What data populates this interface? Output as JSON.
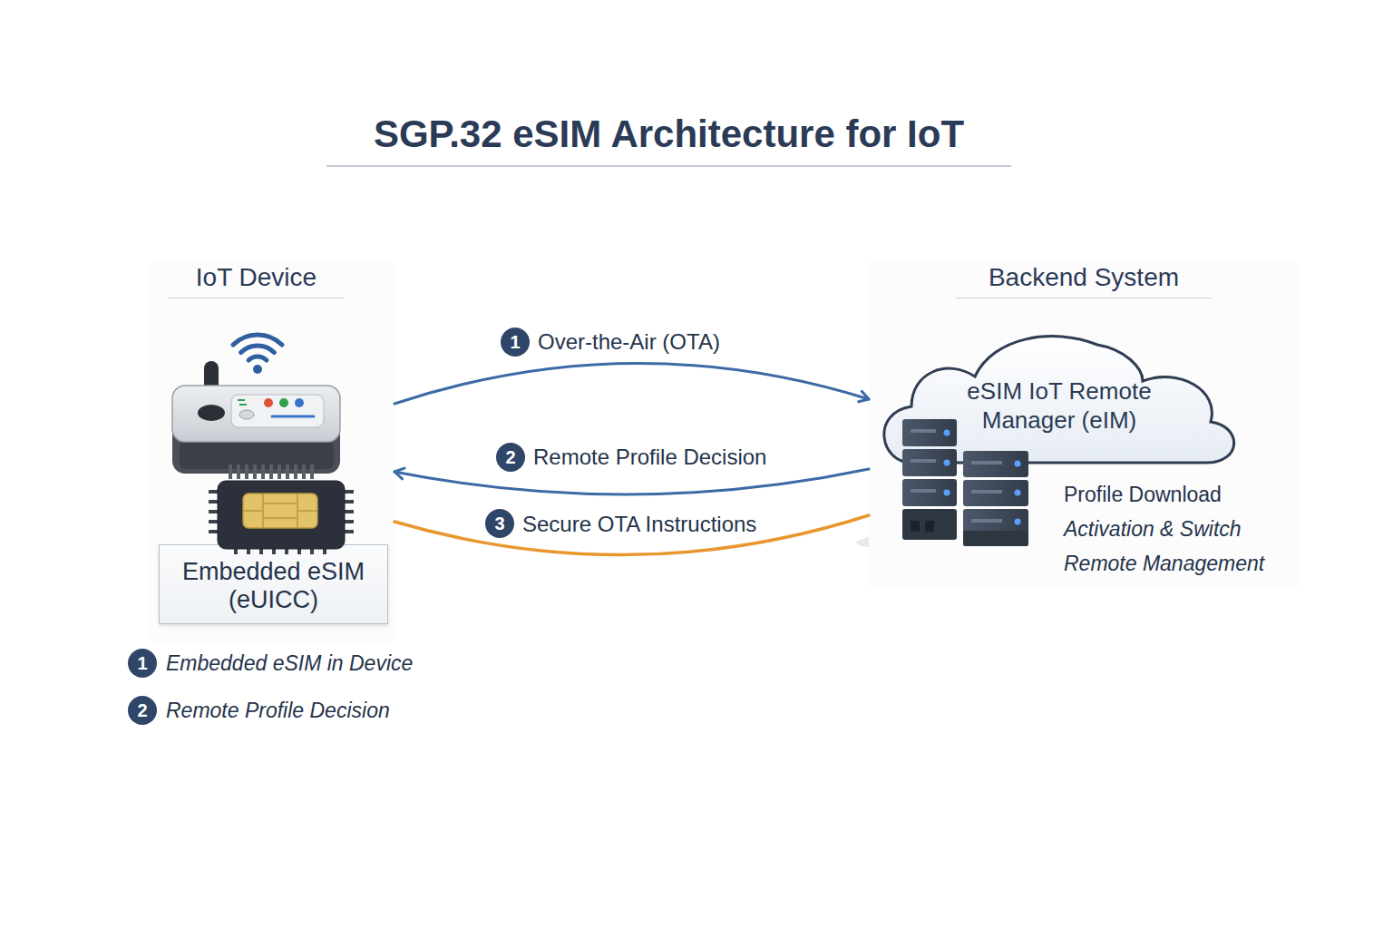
{
  "diagram": {
    "title": "SGP.32 eSIM Architecture for IoT",
    "nodes": [
      {
        "text": [
          "IoT Device"
        ]
      },
      {
        "text": [
          "Embedded eSIM (eUICC)"
        ],
        "in": 0
      },
      {
        "text": [
          "Backend System"
        ]
      },
      {
        "text": [
          "eSIM IoT Remote Manager (eIM)"
        ],
        "in": 2
      }
    ],
    "edges": [
      {
        "from": 0,
        "to": 2,
        "arrow": "to",
        "label": "Over-the-Air (OTA)"
      },
      {
        "from": 2,
        "to": 0,
        "arrow": "to",
        "label": "Remote Profile Decision"
      },
      {
        "from": 0,
        "to": 2,
        "arrow": "none",
        "label": "Secure OTA Instructions"
      }
    ],
    "labels": [
      "1",
      "2",
      "3",
      "Profile Download",
      "Activation & Switch",
      "Remote Management",
      "1",
      "Embedded eSIM in Device",
      "2",
      "Remote Profile Decision"
    ]
  }
}
